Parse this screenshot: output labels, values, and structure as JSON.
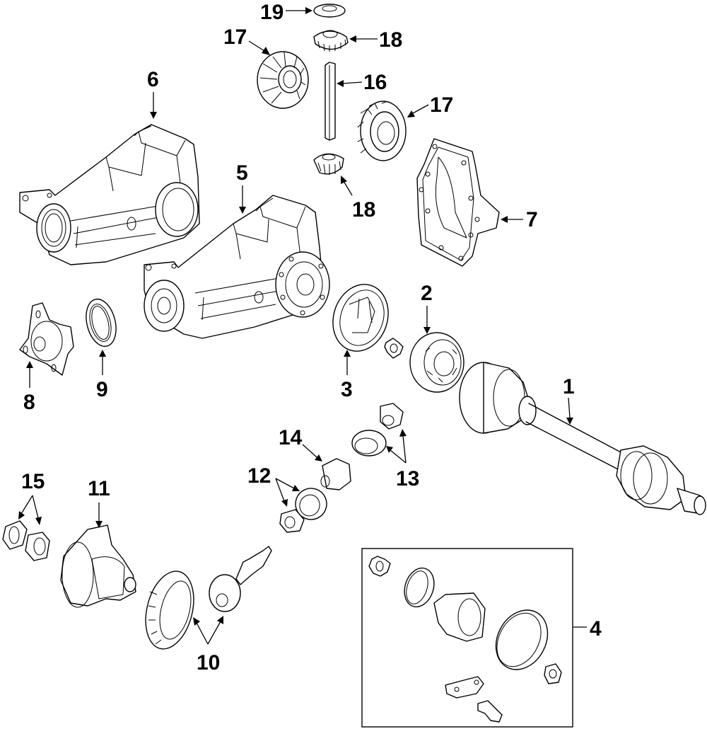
{
  "diagram": {
    "type": "exploded-parts-diagram",
    "subject": "rear axle differential assembly",
    "callouts": [
      {
        "id": "1",
        "label": "1",
        "part": "axle-shaft"
      },
      {
        "id": "2",
        "label": "2",
        "part": "inner-cv-joint"
      },
      {
        "id": "3",
        "label": "3",
        "part": "side-bearing-seal"
      },
      {
        "id": "4",
        "label": "4",
        "part": "cv-joint-boot-kit"
      },
      {
        "id": "5",
        "label": "5",
        "part": "differential-assembly"
      },
      {
        "id": "6",
        "label": "6",
        "part": "differential-carrier"
      },
      {
        "id": "7",
        "label": "7",
        "part": "rear-cover"
      },
      {
        "id": "8",
        "label": "8",
        "part": "pinion-flange"
      },
      {
        "id": "9",
        "label": "9",
        "part": "pinion-seal"
      },
      {
        "id": "10",
        "label": "10",
        "part": "ring-and-pinion"
      },
      {
        "id": "11",
        "label": "11",
        "part": "differential-case"
      },
      {
        "id": "12",
        "label": "12",
        "part": "pinion-bearings-front"
      },
      {
        "id": "13",
        "label": "13",
        "part": "pinion-bearings-rear"
      },
      {
        "id": "14",
        "label": "14",
        "part": "crush-sleeve"
      },
      {
        "id": "15",
        "label": "15",
        "part": "side-bearings"
      },
      {
        "id": "16",
        "label": "16",
        "part": "pinion-shaft"
      },
      {
        "id": "17a",
        "label": "17",
        "part": "side-gear"
      },
      {
        "id": "17b",
        "label": "17",
        "part": "side-gear"
      },
      {
        "id": "18a",
        "label": "18",
        "part": "pinion-gear"
      },
      {
        "id": "18b",
        "label": "18",
        "part": "pinion-gear"
      },
      {
        "id": "19",
        "label": "19",
        "part": "thrust-washer"
      }
    ]
  }
}
